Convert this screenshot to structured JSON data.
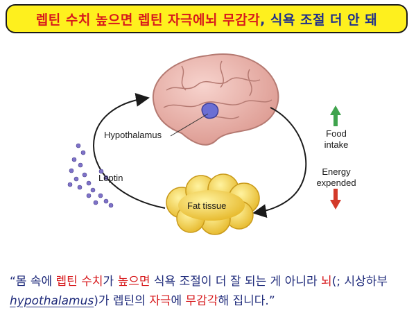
{
  "title": {
    "segments": [
      {
        "text": "렙틴 수치 높으면 렙틴 자극에 ",
        "color": "red"
      },
      {
        "text": "뇌 무감각",
        "color": "red"
      },
      {
        "text": ", 식욕 조절 더 안 돼",
        "color": "blue"
      }
    ]
  },
  "diagram": {
    "labels": {
      "hypothalamus": "Hypothalamus",
      "leptin": "Leptin",
      "fat_tissue": "Fat tissue",
      "food_intake": "Food\nintake",
      "energy_expended": "Energy\nexpended"
    },
    "colors": {
      "brain": "#f0b9b2",
      "brain_outline": "#b57a72",
      "hypothalamus": "#6b6fd4",
      "fat": "#f5d75a",
      "leptin_dots": "#7e72c8",
      "up_arrow": "#3fa34d",
      "down_arrow": "#d33a2a"
    },
    "arrows": {
      "food_intake_direction": "up",
      "energy_expended_direction": "down"
    }
  },
  "quote": {
    "parts": [
      {
        "text": "“몸 속에 ",
        "style": "blue"
      },
      {
        "text": "렙틴 수치",
        "style": "red"
      },
      {
        "text": "가 ",
        "style": "blue"
      },
      {
        "text": "높으면",
        "style": "red"
      },
      {
        "text": " 식욕 조절이 더 잘 되는 게 아니라 ",
        "style": "blue"
      },
      {
        "text": "뇌",
        "style": "red"
      },
      {
        "text": "(; 시상하부 ",
        "style": "blue"
      },
      {
        "text": "hypothalamus",
        "style": "latin"
      },
      {
        "text": ")가 렙틴의 ",
        "style": "blue"
      },
      {
        "text": "자극",
        "style": "red"
      },
      {
        "text": "에 ",
        "style": "blue"
      },
      {
        "text": "무감각",
        "style": "red"
      },
      {
        "text": "해 집니다.”",
        "style": "blue"
      }
    ]
  }
}
